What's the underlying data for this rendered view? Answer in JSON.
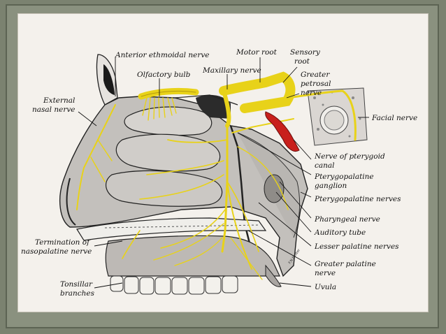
{
  "labels": {
    "anterior_ethmoidal_nerve": "Anterior ethmoidal nerve",
    "motor_root": "Motor root",
    "sensory_root_1": "Sensory",
    "sensory_root_2": "root",
    "olfactory_bulb": "Olfactory bulb",
    "maxillary_nerve": "Maxillary nerve",
    "greater_petrosal_1": "Greater",
    "greater_petrosal_2": "petrosal",
    "greater_petrosal_3": "nerve",
    "external_nasal_1": "External",
    "external_nasal_2": "nasal nerve",
    "facial_nerve": "Facial nerve",
    "pterygoid_canal_1": "Nerve of pterygoid",
    "pterygoid_canal_2": "canal",
    "pterygopalatine_ganglion_1": "Pterygopalatine",
    "pterygopalatine_ganglion_2": "ganglion",
    "pterygopalatine_nerves": "Pterygopalatine nerves",
    "pharyngeal_nerve": "Pharyngeal nerve",
    "auditory_tube": "Auditory tube",
    "lesser_palatine_nerves": "Lesser palatine nerves",
    "termination_nasopalatine_1": "Termination of",
    "termination_nasopalatine_2": "nasopalatine nerve",
    "greater_palatine_1": "Greater palatine",
    "greater_palatine_2": "nerve",
    "tonsillar_1": "Tonsillar",
    "tonsillar_2": "branches",
    "uvula": "Uvula",
    "signature": "F.N.Netter"
  },
  "colors": {
    "nerve": "#e8d219",
    "nerve_dark": "#b49a10",
    "artery": "#c8201c",
    "background": "#7b8270"
  }
}
